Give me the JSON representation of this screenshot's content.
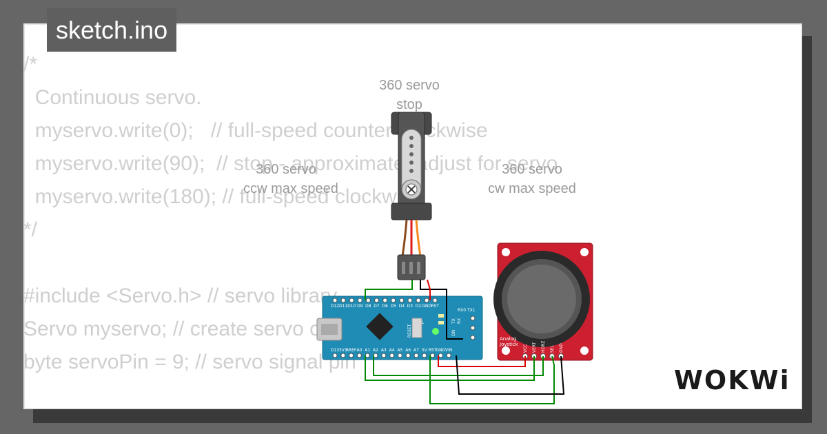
{
  "file": {
    "name": "sketch.ino"
  },
  "code": {
    "lines": [
      "/*",
      "  Continuous servo.",
      "  myservo.write(0);   // full-speed counter-clockwise",
      "  myservo.write(90);  // stop - approximate, adjust for servo",
      "  myservo.write(180); // full-speed clockwise",
      "*/",
      "",
      "#include <Servo.h> // servo library",
      "Servo myservo; // create servo object",
      "byte servoPin = 9; // servo signal pin"
    ]
  },
  "diagram": {
    "servo_top_label": {
      "line1": "360 servo",
      "line2": "stop"
    },
    "servo_ccw_label": {
      "line1": "360 servo",
      "line2": "ccw max speed"
    },
    "servo_cw_label": {
      "line1": "360 servo",
      "line2": "cw max speed"
    },
    "nano": {
      "top_pins": [
        "D12",
        "D11",
        "D10",
        "D9",
        "D8",
        "D7",
        "D6",
        "D5",
        "D4",
        "D3",
        "D2",
        "GND",
        "RST"
      ],
      "bottom_pins": [
        "D13",
        "3V3",
        "AREF",
        "A0",
        "A1",
        "A2",
        "A3",
        "A4",
        "A5",
        "A6",
        "A7",
        "5V",
        "RST",
        "GND",
        "VIN"
      ],
      "labels": {
        "rx": "RX0",
        "tx": "TX1",
        "tx_led": "TX",
        "rx_led": "RX",
        "on": "ON",
        "l": "L",
        "reset": "RESET"
      }
    },
    "joystick": {
      "title_line1": "Analog",
      "title_line2": "Joystick",
      "pins": [
        "VCC",
        "VERT",
        "HORZ",
        "SEL",
        "GND"
      ]
    },
    "wire_colors": {
      "signal": "#008800",
      "power": "#dd0000",
      "ground": "#000000",
      "servo_brown": "#8a4a1c",
      "servo_red": "#e01b1b",
      "servo_orange": "#f58a1f"
    }
  },
  "brand": {
    "logo_text": "WOKWi"
  }
}
